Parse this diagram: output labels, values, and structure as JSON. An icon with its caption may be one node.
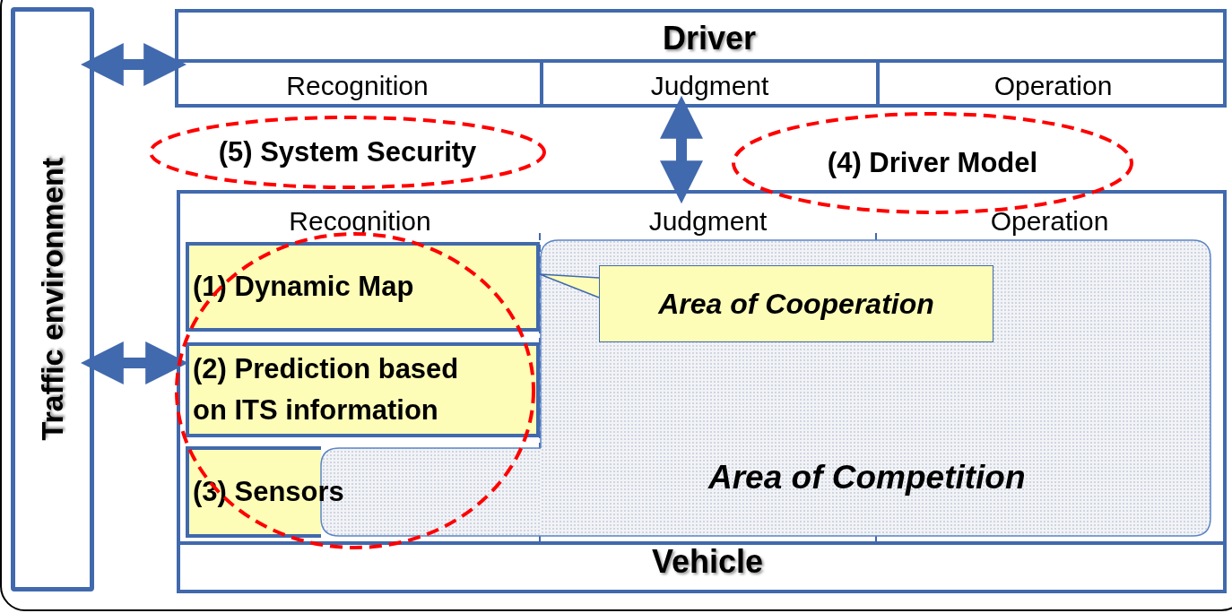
{
  "diagram": {
    "nodes": [
      {
        "text": [
          "Traffic environment"
        ]
      },
      {
        "text": [
          "Driver"
        ]
      },
      {
        "text": [
          "Recognition"
        ],
        "in": 1
      },
      {
        "text": [
          "Judgment"
        ],
        "in": 1
      },
      {
        "text": [
          "Operation"
        ],
        "in": 1
      },
      {
        "text": [
          "Vehicle"
        ]
      },
      {
        "text": [
          "(1) Dynamic Map"
        ],
        "in": 13
      },
      {
        "text": [
          "(2) Prediction based on ITS information"
        ],
        "in": 13
      },
      {
        "text": [
          "(3) Sensors"
        ],
        "in": 13
      },
      {
        "text": [
          "Area of Competition"
        ],
        "in": 5
      },
      {
        "text": [
          "Area of Cooperation"
        ],
        "in": 9
      },
      {
        "text": [
          "(5) System Security"
        ]
      },
      {
        "text": [
          "(4) Driver Model"
        ]
      },
      {
        "text": [],
        "shape": "circle",
        "in": 5
      }
    ],
    "edges": [
      {
        "from": 0,
        "to": 1,
        "arrow": "both"
      },
      {
        "from": 0,
        "to": 5,
        "arrow": "both"
      },
      {
        "from": 3,
        "to": 5,
        "arrow": "both"
      },
      {
        "from": 10,
        "to": 6,
        "arrow": "none"
      }
    ],
    "labels": [
      "Recognition",
      "Judgment",
      "Operation"
    ]
  }
}
